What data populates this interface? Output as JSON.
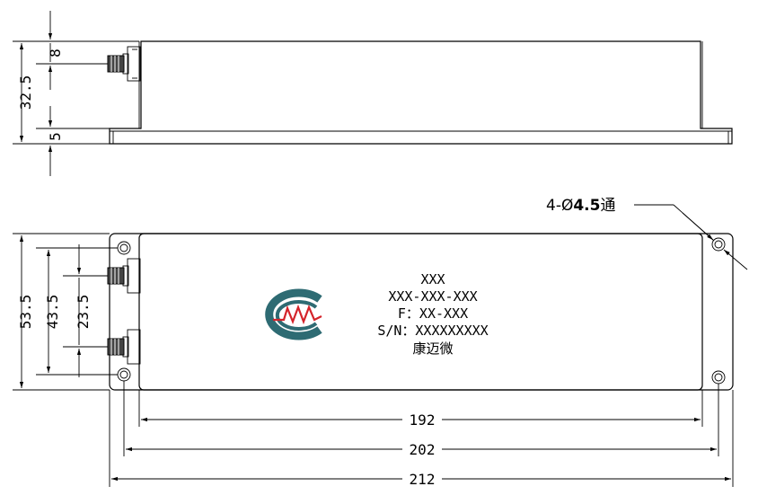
{
  "side_view": {
    "dims": {
      "height": "32.5",
      "connector_offset": "8",
      "base_thickness": "5"
    }
  },
  "top_view": {
    "dims": {
      "height": "53.5",
      "port_spacing_outer": "43.5",
      "port_spacing_inner": "23.5",
      "width_inner": "192",
      "width_holes": "202",
      "width_total": "212"
    },
    "hole_callout": {
      "prefix": "4-",
      "diameter_symbol": "Ø",
      "value": "4.5",
      "through": "通"
    },
    "label": {
      "line1": "XXX",
      "line2": "XXX-XXX-XXX",
      "line3": "F：XX-XXX",
      "line4": "S/N：XXXXXXXXX",
      "line5": "康迈微"
    },
    "logo": {
      "teal": "#2e6b73",
      "red": "#d4232a"
    }
  }
}
